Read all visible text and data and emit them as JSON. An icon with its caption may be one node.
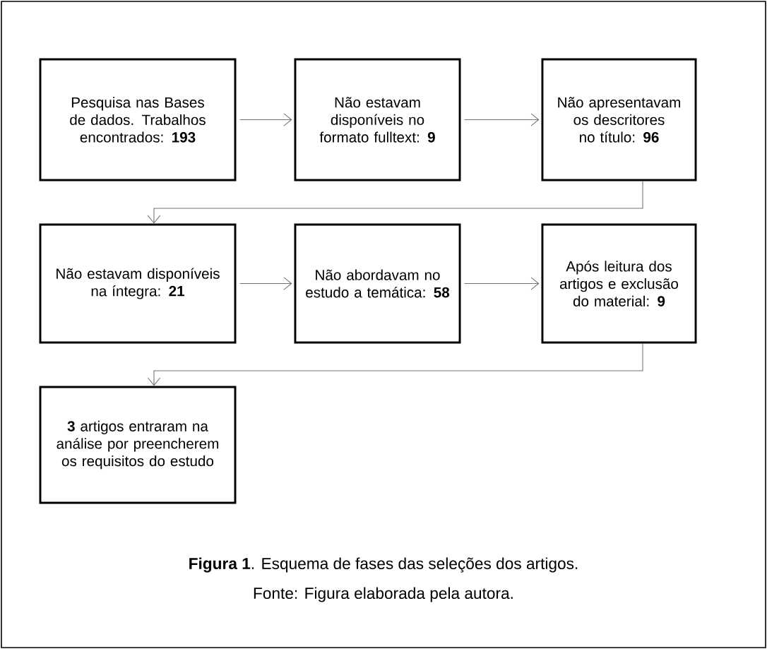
{
  "diagram": {
    "caption": "**Figura 1**. Esquema de fases das seleções dos artigos.",
    "nodes": [
      {
        "text": [
          "Pesquisa nas Bases de dados. Trabalhos encontrados: **193**"
        ]
      },
      {
        "text": [
          "Não estavam disponíveis no formato fulltext: **9**"
        ]
      },
      {
        "text": [
          "Não apresentavam os descritores no título: **96**"
        ]
      },
      {
        "text": [
          "Não estavam disponíveis na íntegra: **21**"
        ]
      },
      {
        "text": [
          "Não abordavam no estudo a temática: **58**"
        ]
      },
      {
        "text": [
          "Após leitura dos artigos e exclusão do material: **9**"
        ]
      },
      {
        "text": [
          "**3** artigos entraram na análise por preencherem os requisitos do estudo"
        ]
      }
    ],
    "edges": [
      {
        "from": 0,
        "to": 1,
        "arrow": "to"
      },
      {
        "from": 1,
        "to": 2,
        "arrow": "to"
      },
      {
        "from": 2,
        "to": 3,
        "arrow": "to"
      },
      {
        "from": 3,
        "to": 4,
        "arrow": "to"
      },
      {
        "from": 4,
        "to": 5,
        "arrow": "to"
      },
      {
        "from": 5,
        "to": 6,
        "arrow": "to"
      }
    ],
    "labels": [
      "Fonte: Figura elaborada pela autora."
    ]
  }
}
